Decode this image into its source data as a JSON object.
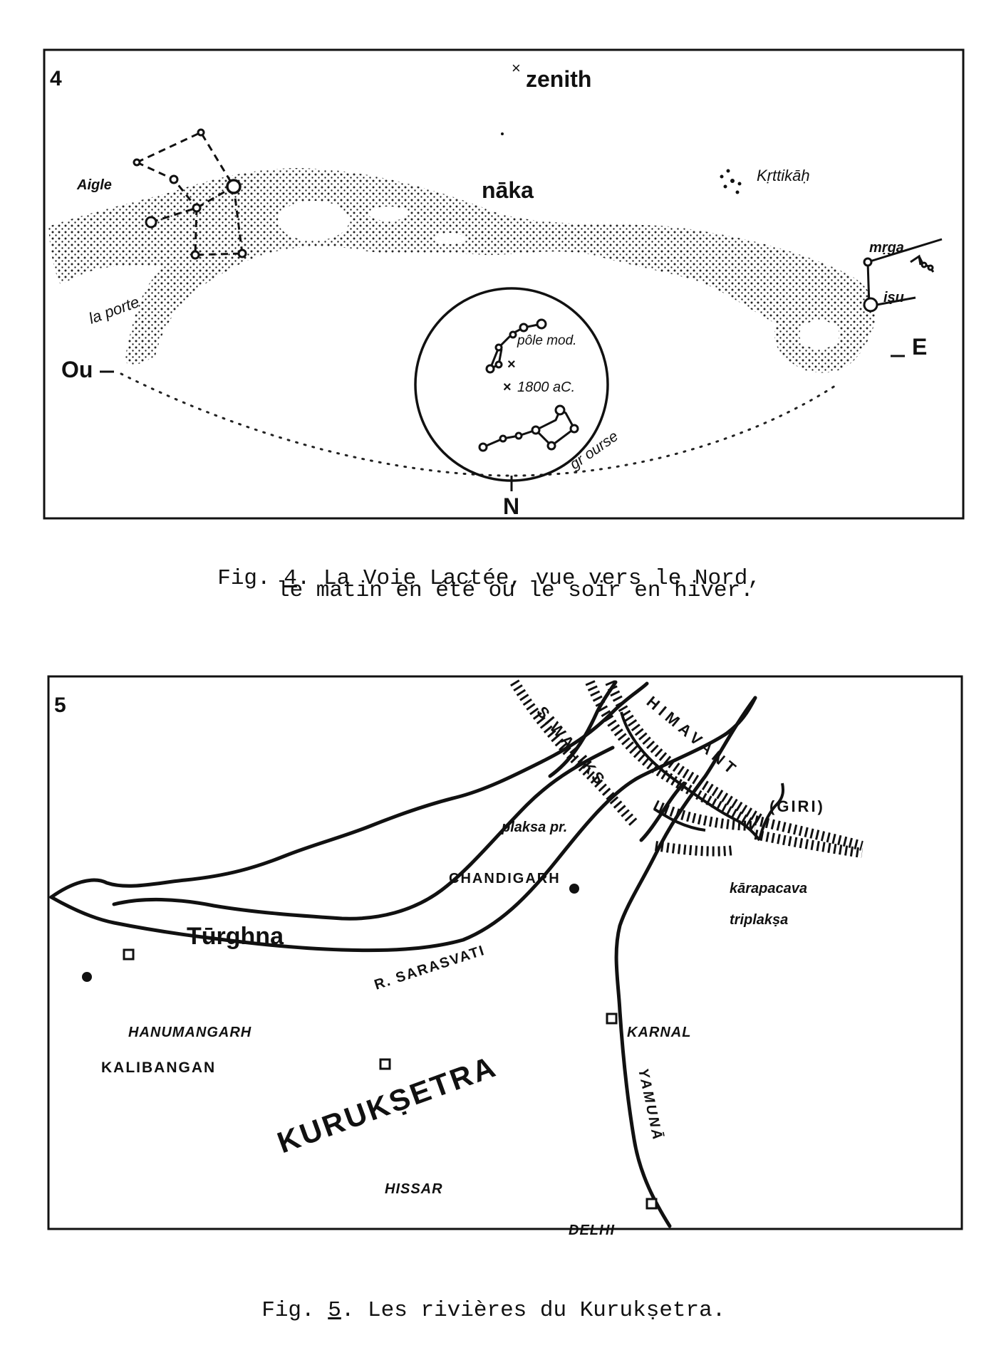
{
  "fig4": {
    "number": "4",
    "labels": {
      "zenith": "zenith",
      "naka": "nāka",
      "krttikah": "Kṛttikāḥ",
      "aigle": "Aigle",
      "la_porte": "la porte",
      "mrga": "mṛga",
      "isu": "iṣu",
      "pole_mod": "pôle mod.",
      "year": "1800 aC.",
      "gr_ourse": "gr ourse",
      "west": "Ou",
      "east": "E",
      "north": "N"
    },
    "caption": {
      "prefix": "Fig. ",
      "num": "4",
      "line1": ". La Voie Lactée, vue vers le Nord,",
      "line2": "le matin en été ou le soir en hiver."
    }
  },
  "fig5": {
    "number": "5",
    "labels": {
      "siwaliks": "SIWALIKS",
      "himavant": "HIMAVANT",
      "giri": "(GIRI)",
      "plaksa": "plaksa pr.",
      "chandigarh": "CHANDIGARH",
      "karapacava": "kārapacava",
      "triplaksa": "triplakṣa",
      "turghna": "Tūrghna",
      "sarasvati": "R. SARASVATI",
      "hanumangarh": "HANUMANGARH",
      "kalibangan": "KALIBANGAN",
      "kuruksetra": "KURUKṢETRA",
      "karnal": "KARNAL",
      "yamuna": "YAMUNĀ",
      "hissar": "HISSAR",
      "delhi": "DELHI"
    },
    "caption": {
      "prefix": "Fig. ",
      "num": "5",
      "text": ". Les rivières du Kurukṣetra."
    }
  }
}
